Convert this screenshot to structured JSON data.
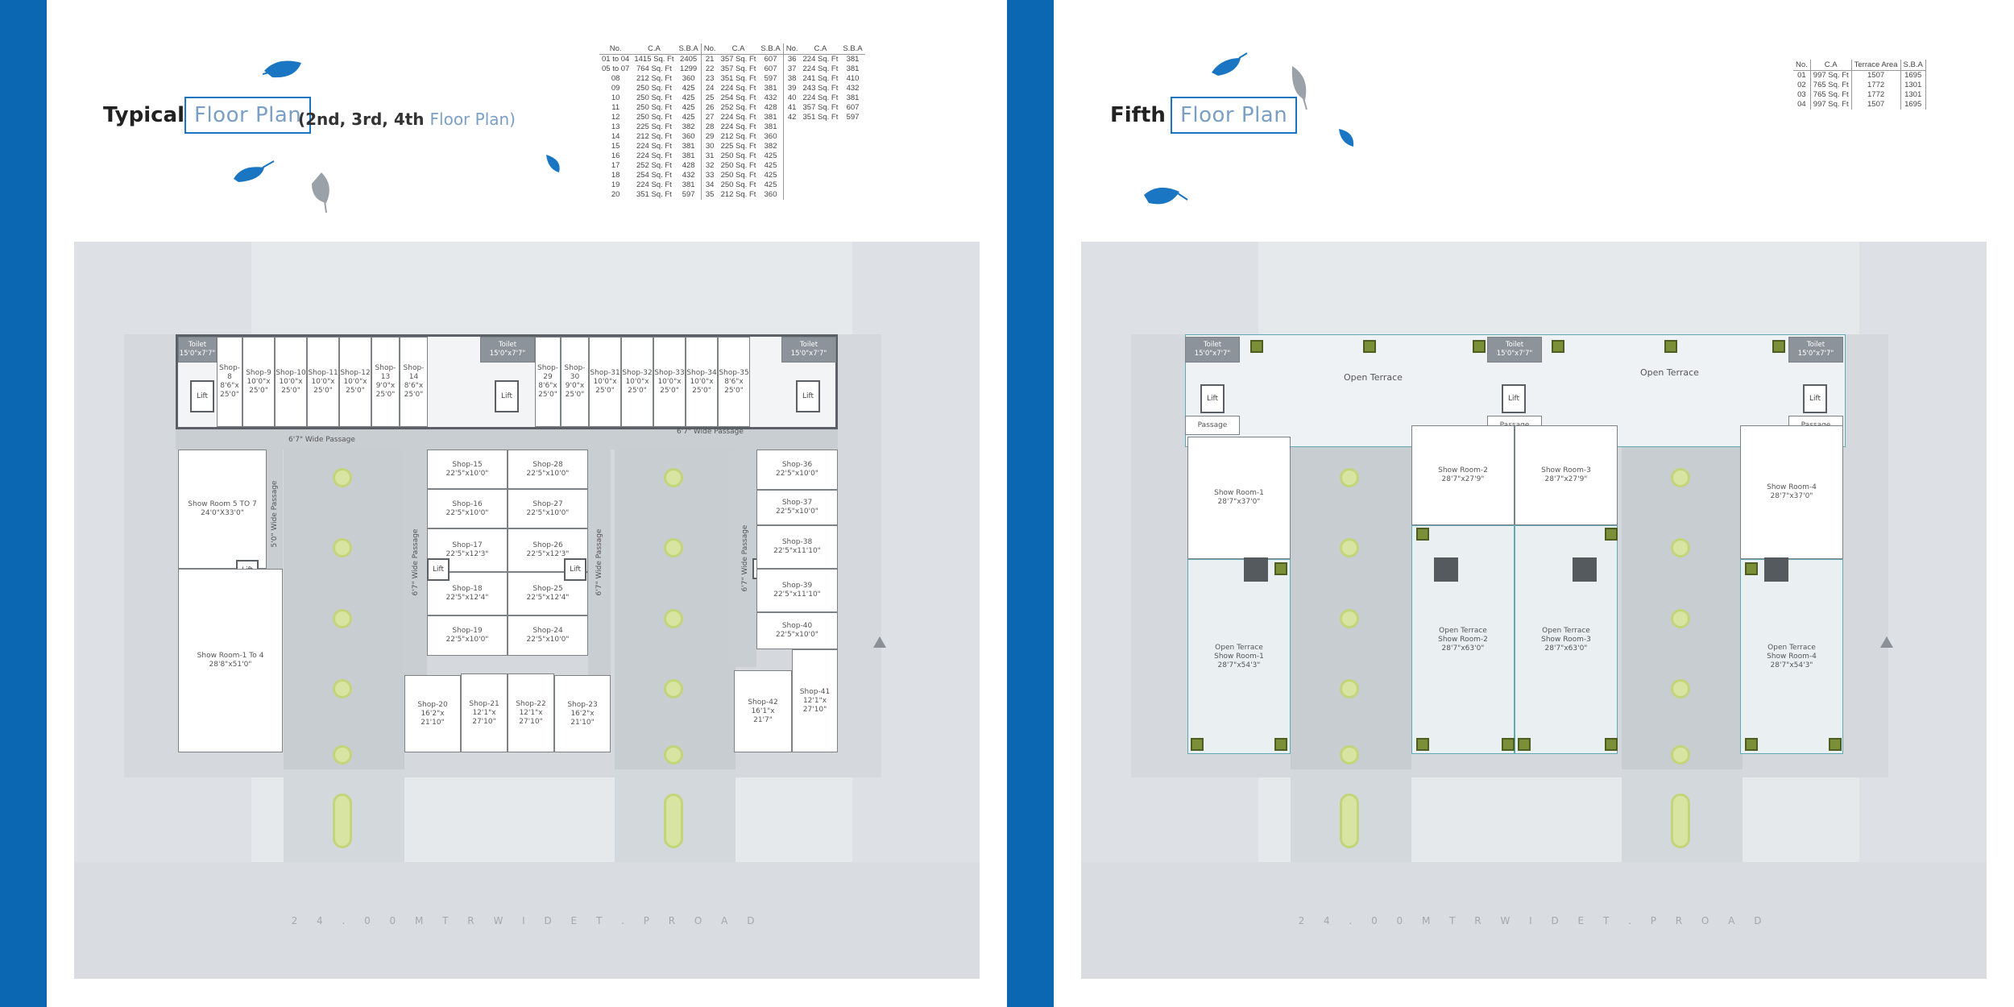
{
  "left": {
    "title_bold": "Typical",
    "title_box": "Floor Plan",
    "subtitle_bold": "(2nd, 3rd, 4th",
    "subtitle_light": "Floor Plan)",
    "table": {
      "headers": [
        "No.",
        "C.A",
        "S.B.A",
        "No.",
        "C.A",
        "S.B.A",
        "No.",
        "C.A",
        "S.B.A"
      ],
      "col1": [
        [
          "01 to 04",
          "1415 Sq. Ft",
          "2405"
        ],
        [
          "05 to 07",
          "764 Sq. Ft",
          "1299"
        ],
        [
          "08",
          "212 Sq. Ft",
          "360"
        ],
        [
          "09",
          "250 Sq. Ft",
          "425"
        ],
        [
          "10",
          "250 Sq. Ft",
          "425"
        ],
        [
          "11",
          "250 Sq. Ft",
          "425"
        ],
        [
          "12",
          "250 Sq. Ft",
          "425"
        ],
        [
          "13",
          "225 Sq. Ft",
          "382"
        ],
        [
          "14",
          "212 Sq. Ft",
          "360"
        ],
        [
          "15",
          "224 Sq. Ft",
          "381"
        ],
        [
          "16",
          "224 Sq. Ft",
          "381"
        ],
        [
          "17",
          "252 Sq. Ft",
          "428"
        ],
        [
          "18",
          "254 Sq. Ft",
          "432"
        ],
        [
          "19",
          "224 Sq. Ft",
          "381"
        ],
        [
          "20",
          "351 Sq. Ft",
          "597"
        ]
      ],
      "col2": [
        [
          "21",
          "357 Sq. Ft",
          "607"
        ],
        [
          "22",
          "357 Sq. Ft",
          "607"
        ],
        [
          "23",
          "351 Sq. Ft",
          "597"
        ],
        [
          "24",
          "224 Sq. Ft",
          "381"
        ],
        [
          "25",
          "254 Sq. Ft",
          "432"
        ],
        [
          "26",
          "252 Sq. Ft",
          "428"
        ],
        [
          "27",
          "224 Sq. Ft",
          "381"
        ],
        [
          "28",
          "224 Sq. Ft",
          "381"
        ],
        [
          "29",
          "212 Sq. Ft",
          "360"
        ],
        [
          "30",
          "225 Sq. Ft",
          "382"
        ],
        [
          "31",
          "250 Sq. Ft",
          "425"
        ],
        [
          "32",
          "250 Sq. Ft",
          "425"
        ],
        [
          "33",
          "250 Sq. Ft",
          "425"
        ],
        [
          "34",
          "250 Sq. Ft",
          "425"
        ],
        [
          "35",
          "212 Sq. Ft",
          "360"
        ]
      ],
      "col3": [
        [
          "36",
          "224 Sq. Ft",
          "381"
        ],
        [
          "37",
          "224 Sq. Ft",
          "381"
        ],
        [
          "38",
          "241 Sq. Ft",
          "410"
        ],
        [
          "39",
          "243 Sq. Ft",
          "432"
        ],
        [
          "40",
          "224 Sq. Ft",
          "381"
        ],
        [
          "41",
          "357 Sq. Ft",
          "607"
        ],
        [
          "42",
          "351 Sq. Ft",
          "597"
        ]
      ]
    },
    "road": "2 4 . 0 0 M T R W I D E T . P R O A D",
    "toilet": "Toilet",
    "toilet_dim": "15'0\"x7'7\"",
    "lift": "Lift",
    "passage_h1": "6'7\" Wide Passage",
    "passage_h2": "6'7\" Wide Passage",
    "passage_v5": "5'0\" Wide Passage",
    "passage_v6": "6'7\" Wide Passage",
    "top_shops": [
      [
        "Shop-8",
        "8'6\"x",
        "25'0\""
      ],
      [
        "Shop-9",
        "10'0\"x",
        "25'0\""
      ],
      [
        "Shop-10",
        "10'0\"x",
        "25'0\""
      ],
      [
        "Shop-11",
        "10'0\"x",
        "25'0\""
      ],
      [
        "Shop-12",
        "10'0\"x",
        "25'0\""
      ],
      [
        "Shop-13",
        "9'0\"x",
        "25'0\""
      ],
      [
        "Shop-14",
        "8'6\"x",
        "25'0\""
      ],
      [
        "Shop-29",
        "8'6\"x",
        "25'0\""
      ],
      [
        "Shop-30",
        "9'0\"x",
        "25'0\""
      ],
      [
        "Shop-31",
        "10'0\"x",
        "25'0\""
      ],
      [
        "Shop-32",
        "10'0\"x",
        "25'0\""
      ],
      [
        "Shop-33",
        "10'0\"x",
        "25'0\""
      ],
      [
        "Shop-34",
        "10'0\"x",
        "25'0\""
      ],
      [
        "Shop-35",
        "8'6\"x",
        "25'0\""
      ]
    ],
    "showroom_5_7": [
      "Show Room 5 TO 7",
      "24'0\"X33'0\""
    ],
    "showroom_1_4": [
      "Show Room-1 To 4",
      "28'8\"x51'0\""
    ],
    "mid_left": [
      [
        "Shop-15",
        "22'5\"x10'0\""
      ],
      [
        "Shop-16",
        "22'5\"x10'0\""
      ],
      [
        "Shop-17",
        "22'5\"x12'3\""
      ],
      [
        "Shop-18",
        "22'5\"x12'4\""
      ],
      [
        "Shop-19",
        "22'5\"x10'0\""
      ]
    ],
    "mid_right": [
      [
        "Shop-28",
        "22'5\"x10'0\""
      ],
      [
        "Shop-27",
        "22'5\"x10'0\""
      ],
      [
        "Shop-26",
        "22'5\"x12'3\""
      ],
      [
        "Shop-25",
        "22'5\"x12'4\""
      ],
      [
        "Shop-24",
        "22'5\"x10'0\""
      ]
    ],
    "bottom_mid": [
      [
        "Shop-20",
        "16'2\"x",
        "21'10\""
      ],
      [
        "Shop-21",
        "12'1\"x",
        "27'10\""
      ],
      [
        "Shop-22",
        "12'1\"x",
        "27'10\""
      ],
      [
        "Shop-23",
        "16'2\"x",
        "21'10\""
      ]
    ],
    "right_col": [
      [
        "Shop-36",
        "22'5\"x10'0\""
      ],
      [
        "Shop-37",
        "22'5\"x10'0\""
      ],
      [
        "Shop-38",
        "22'5\"x11'10\""
      ],
      [
        "Shop-39",
        "22'5\"x11'10\""
      ],
      [
        "Shop-40",
        "22'5\"x10'0\""
      ]
    ],
    "bottom_right": [
      [
        "Shop-42",
        "16'1\"x",
        "21'7\""
      ],
      [
        "Shop-41",
        "12'1\"x",
        "27'10\""
      ]
    ]
  },
  "right": {
    "title_bold": "Fifth",
    "title_box": "Floor Plan",
    "table": {
      "headers": [
        "No.",
        "C.A",
        "Terrace Area",
        "S.B.A"
      ],
      "rows": [
        [
          "01",
          "997 Sq. Ft",
          "1507",
          "1695"
        ],
        [
          "02",
          "765 Sq. Ft",
          "1772",
          "1301"
        ],
        [
          "03",
          "765 Sq. Ft",
          "1772",
          "1301"
        ],
        [
          "04",
          "997 Sq. Ft",
          "1507",
          "1695"
        ]
      ]
    },
    "road": "2 4 . 0 0 M T R W I D E T . P R O A D",
    "open_terrace": "Open Terrace",
    "passage": "Passage",
    "showrooms": [
      [
        "Show Room-1",
        "28'7\"x37'0\""
      ],
      [
        "Show Room-2",
        "28'7\"x27'9\""
      ],
      [
        "Show Room-3",
        "28'7\"x27'9\""
      ],
      [
        "Show Room-4",
        "28'7\"x37'0\""
      ]
    ],
    "terraces": [
      [
        "Open Terrace",
        "Show Room-1",
        "28'7\"x54'3\""
      ],
      [
        "Open Terrace",
        "Show Room-2",
        "28'7\"x63'0\""
      ],
      [
        "Open Terrace",
        "Show Room-3",
        "28'7\"x63'0\""
      ],
      [
        "Open Terrace",
        "Show Room-4",
        "28'7\"x54'3\""
      ]
    ]
  },
  "colors": {
    "accent": "#0c67b2",
    "leaf": "#1a76c2",
    "leaf_grey": "#9aa1a8"
  }
}
